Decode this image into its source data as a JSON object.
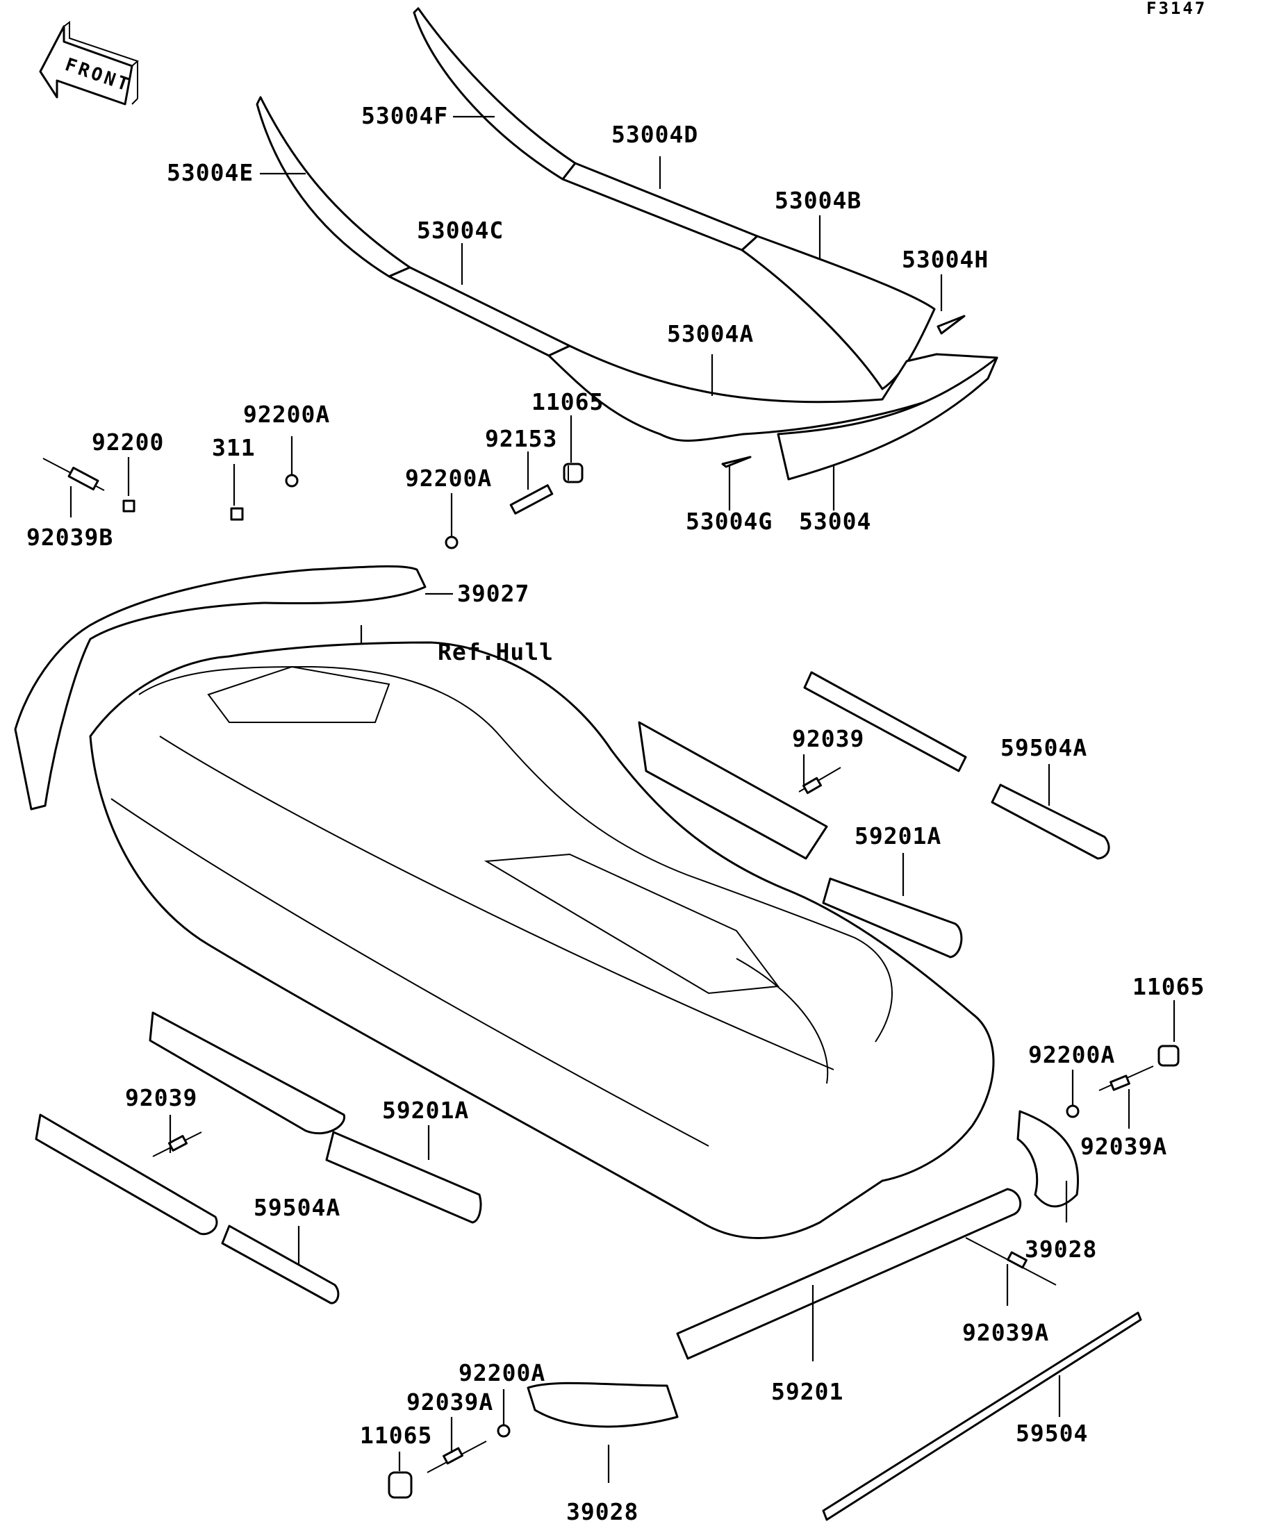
{
  "figure_id": "F3147",
  "front_arrow": {
    "text": "FRONT",
    "icon": "front-direction-arrow"
  },
  "reference": "Ref.Hull",
  "labels": {
    "p53004F": "53004F",
    "p53004D": "53004D",
    "p53004E": "53004E",
    "p53004B": "53004B",
    "p53004C": "53004C",
    "p53004H": "53004H",
    "p53004A": "53004A",
    "p11065_top": "11065",
    "p92200A_top": "92200A",
    "p92200": "92200",
    "p311": "311",
    "p92153": "92153",
    "p92200A_mid": "92200A",
    "p92039B": "92039B",
    "p53004G": "53004G",
    "p53004": "53004",
    "p39027": "39027",
    "p92039_right": "92039",
    "p59504A_right": "59504A",
    "p59201A_right": "59201A",
    "p11065_right": "11065",
    "p92200A_right": "92200A",
    "p92039A_right": "92039A",
    "p92039_left": "92039",
    "p59201A_left": "59201A",
    "p59504A_left": "59504A",
    "p39028_right": "39028",
    "p92039A_low": "92039A",
    "p92200A_bottom": "92200A",
    "p92039A_bottom": "92039A",
    "p11065_bottom": "11065",
    "p59201": "59201",
    "p59504": "59504",
    "p39028_bottom": "39028"
  }
}
